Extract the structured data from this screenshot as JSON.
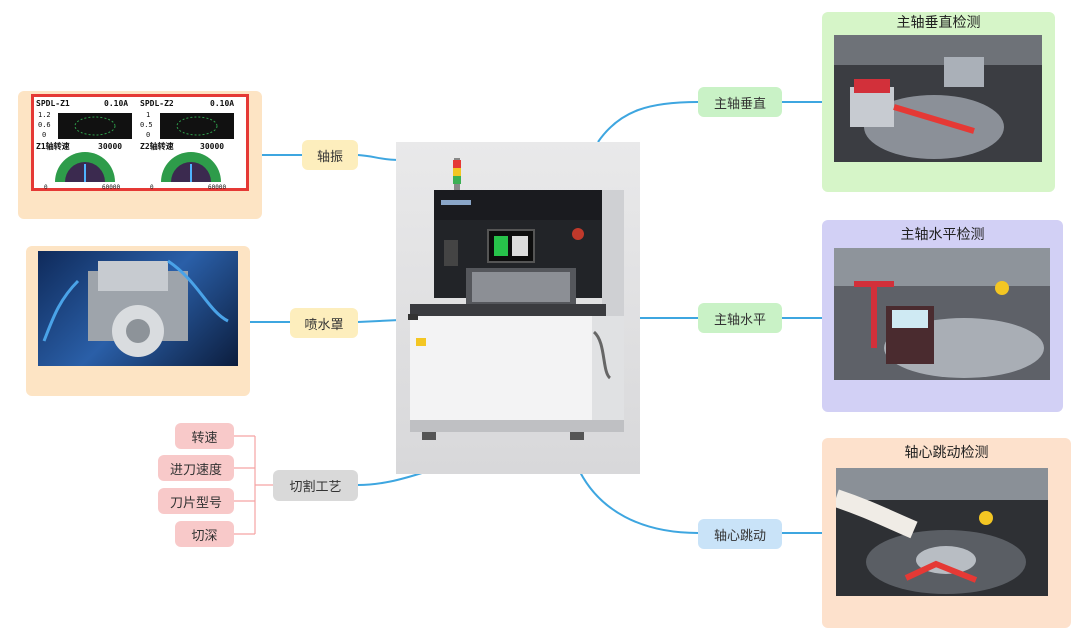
{
  "center": {
    "name": "machine-photo"
  },
  "branches": {
    "vibration": "轴振",
    "spray": "喷水罩",
    "process": "切割工艺",
    "vertical": "主轴垂直",
    "horizontal": "主轴水平",
    "runout": "轴心跳动"
  },
  "process_items": [
    "转速",
    "进刀速度",
    "刀片型号",
    "切深"
  ],
  "cards": {
    "vertical_title": "主轴垂直检测",
    "horizontal_title": "主轴水平检测",
    "runout_title": "轴心跳动检测"
  },
  "vibration_panel": {
    "z1_label": "SPDL-Z1",
    "z1_current": "0.10A",
    "z2_label": "SPDL-Z2",
    "z2_current": "0.10A",
    "axis_ticks": [
      "1.2",
      "0.6",
      "0"
    ],
    "axis_ticks_z2": [
      "1",
      "0.5",
      "0"
    ],
    "z1_speed_label": "Z1轴转速",
    "z1_speed": "30000",
    "z2_speed_label": "Z2轴转速",
    "z2_speed": "30000",
    "gauge_min": "0",
    "gauge_max": "60000"
  },
  "colors": {
    "line": "#3ea6e0",
    "gauge_green": "#2e9c4a",
    "gauge_dark": "#3b2a4f",
    "panel_border": "#e53935"
  }
}
